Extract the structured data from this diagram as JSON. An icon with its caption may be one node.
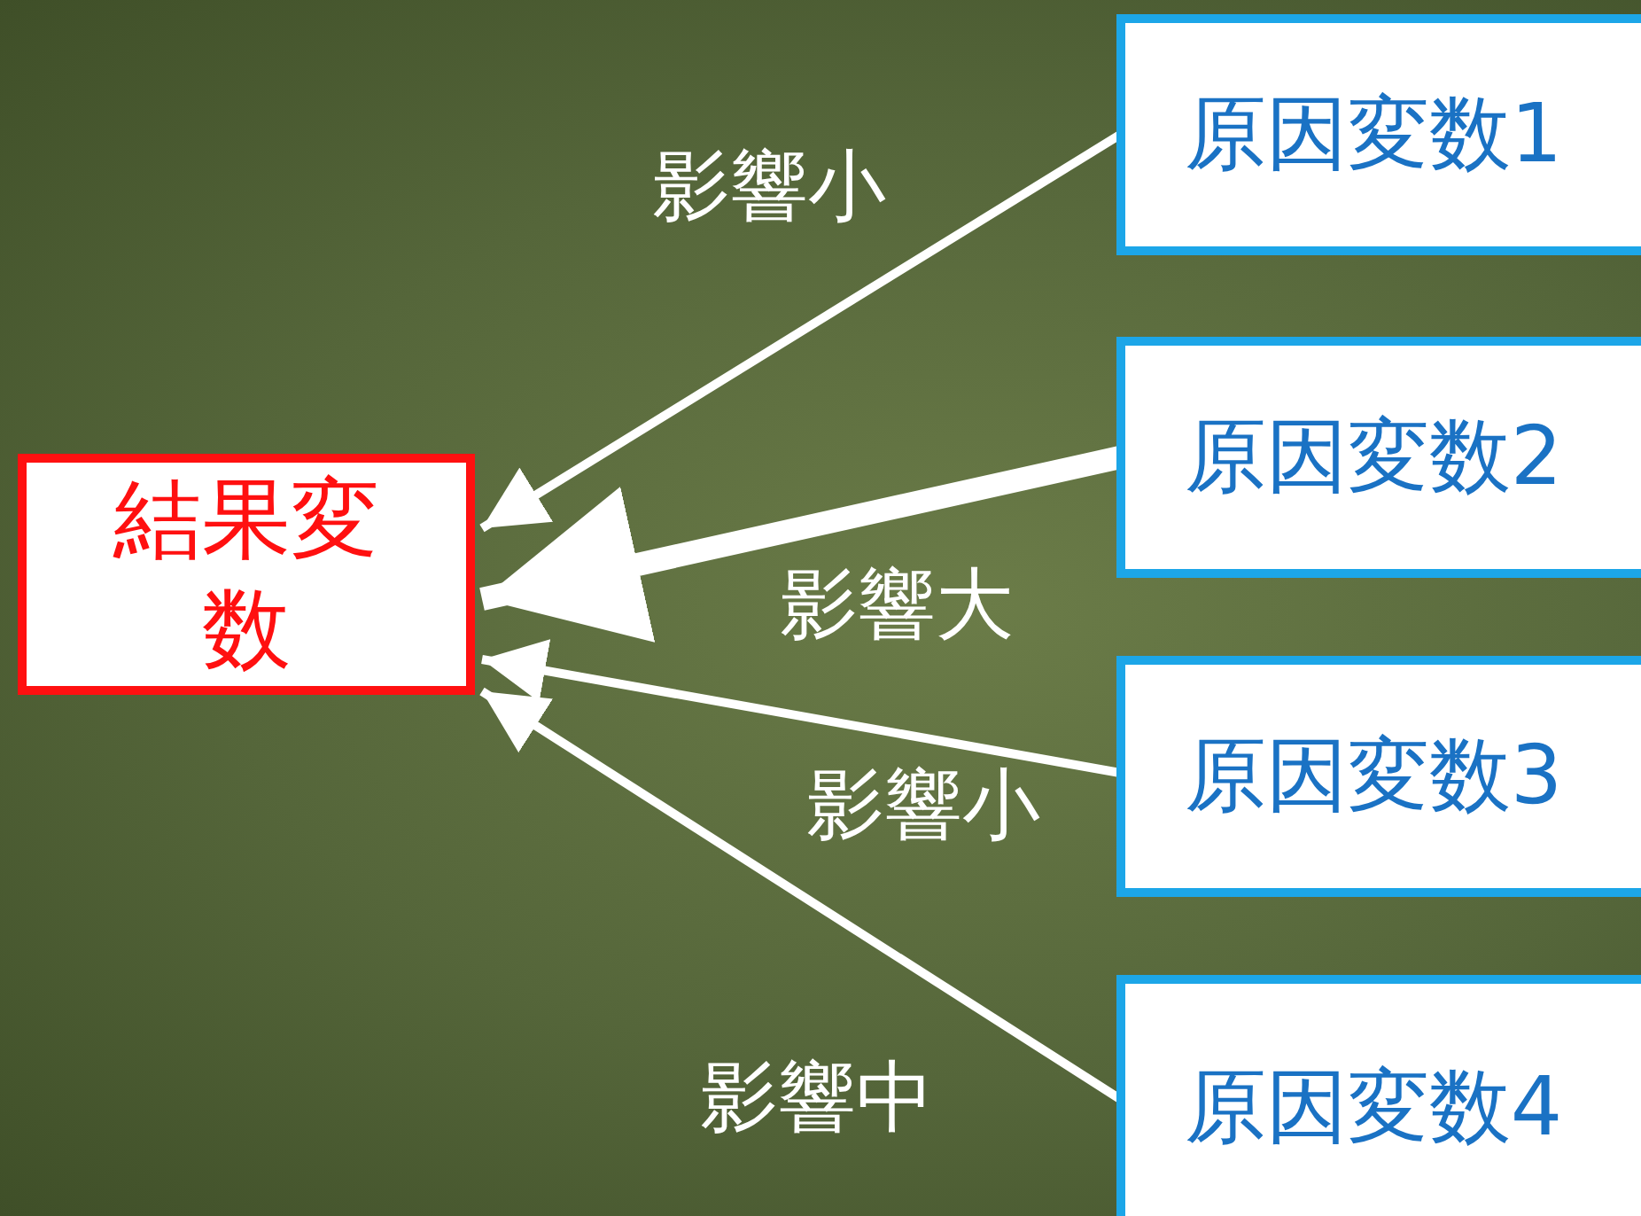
{
  "diagram": {
    "nodes": [
      {
        "text": [
          "結果変数"
        ]
      },
      {
        "text": [
          "原因変数1"
        ]
      },
      {
        "text": [
          "原因変数2"
        ]
      },
      {
        "text": [
          "原因変数3"
        ]
      },
      {
        "text": [
          "原因変数4"
        ]
      }
    ],
    "edges": [
      {
        "from": 1,
        "to": 0,
        "arrow": "to",
        "label": "影響小"
      },
      {
        "from": 2,
        "to": 0,
        "arrow": "to",
        "label": "影響大",
        "style": "thick"
      },
      {
        "from": 3,
        "to": 0,
        "arrow": "to",
        "label": "影響小"
      },
      {
        "from": 4,
        "to": 0,
        "arrow": "to",
        "label": "影響中"
      }
    ]
  }
}
